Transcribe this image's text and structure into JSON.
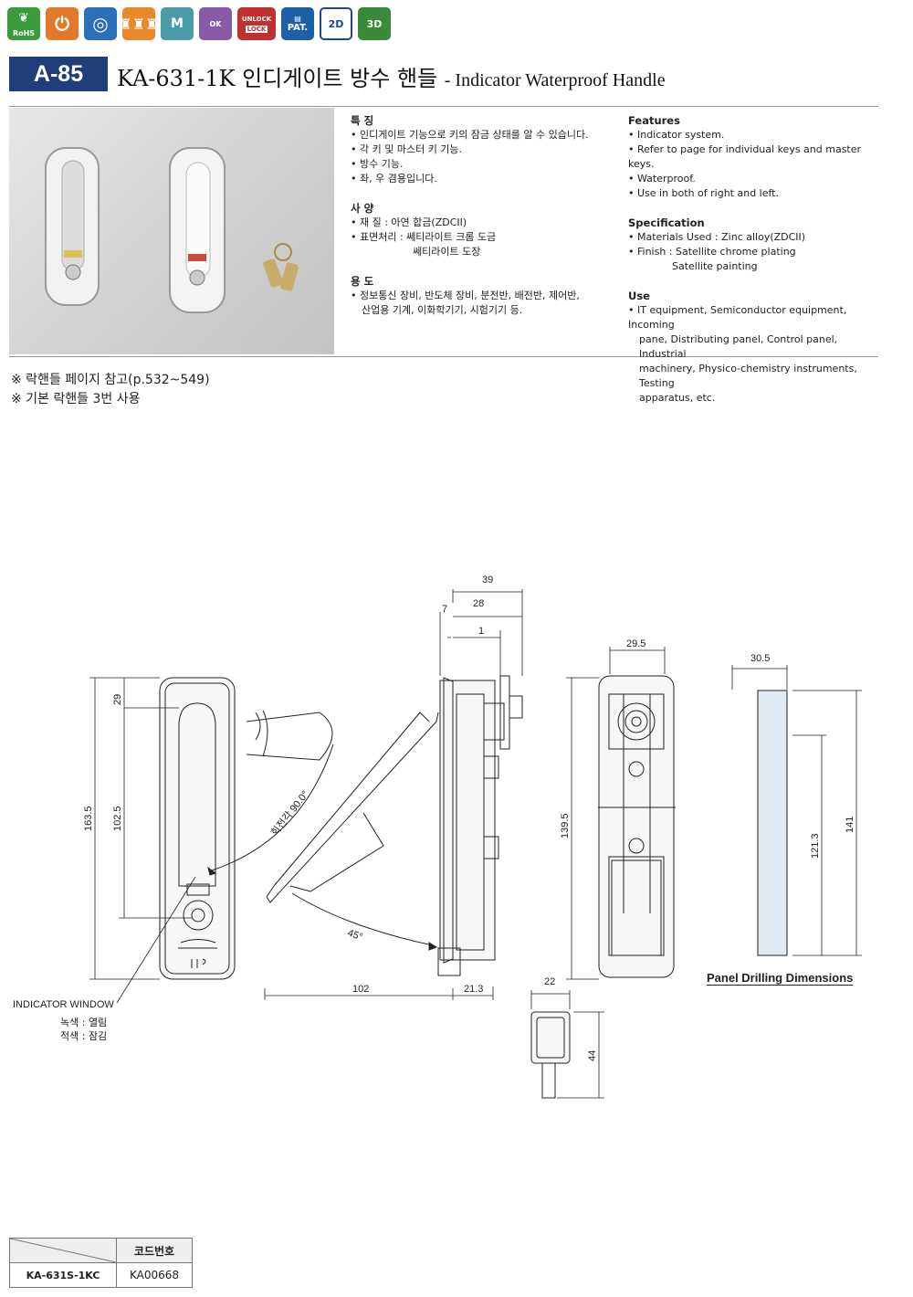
{
  "icons": [
    {
      "name": "rohs-icon",
      "label": "RoHS"
    },
    {
      "name": "power-icon",
      "label": ""
    },
    {
      "name": "switch-icon",
      "label": ""
    },
    {
      "name": "bottles-icon",
      "label": ""
    },
    {
      "name": "key-m-icon",
      "label": "M"
    },
    {
      "name": "key-ok-icon",
      "label": "OK"
    },
    {
      "name": "unlock-lock-icon",
      "label_top": "UNLOCK",
      "label_bottom": "LOCK"
    },
    {
      "name": "patent-icon",
      "label": "PAT."
    },
    {
      "name": "2d-icon",
      "label": "2D"
    },
    {
      "name": "3d-icon",
      "label": "3D"
    }
  ],
  "header": {
    "code": "A-85",
    "title": "KA-631-1K 인디게이트 방수 핸들",
    "title_en": "- Indicator Waterproof Handle"
  },
  "korean": {
    "features_title": "특 징",
    "features": [
      "• 인디게이트 기능으로 키의 잠금 상태를 알 수 있습니다.",
      "• 각 키 및 마스터 키 기능.",
      "• 방수 기능.",
      "• 좌, 우 겸용입니다."
    ],
    "spec_title": "사 양",
    "spec": [
      "• 재 질 : 아연 합금(ZDCII)",
      "• 표면처리 : 쎄티라이트 크롬 도금",
      "쎄티라이트 도장"
    ],
    "use_title": "용 도",
    "use": [
      "• 정보통신 장비, 반도체 장비, 분전반, 배전반, 제어반,",
      "산업용 기계, 이화학기기, 시험기기 등."
    ]
  },
  "english": {
    "features_title": "Features",
    "features": [
      "• Indicator system.",
      "• Refer to page for individual keys and master keys.",
      "• Waterproof.",
      "• Use in both of right and left."
    ],
    "spec_title": "Specification",
    "spec": [
      "• Materials Used : Zinc alloy(ZDCII)",
      "• Finish : Satellite chrome plating",
      "Satellite painting"
    ],
    "use_title": "Use",
    "use": [
      "• IT equipment, Semiconductor equipment, Incoming",
      "pane, Distributing panel, Control panel, Industrial",
      "machinery, Physico-chemistry instruments, Testing",
      "apparatus, etc."
    ]
  },
  "notes": [
    "※  락핸들 페이지 참고(p.532~549)",
    "※  기본 락핸들 3번 사용"
  ],
  "dimensions": {
    "d39": "39",
    "d7": "7",
    "d28": "28",
    "d1": "1",
    "d29": "29",
    "d163_5": "163.5",
    "d102_5": "102.5",
    "rot": "회전각 90.0°",
    "d45": "45°",
    "d102": "102",
    "d21_3": "21.3",
    "d29_5": "29.5",
    "d139_5": "139.5",
    "d30_5": "30.5",
    "d121_3": "121.3",
    "d141": "141",
    "d22": "22",
    "d44": "44"
  },
  "panel_label": "Panel Drilling Dimensions",
  "indicator": {
    "title": "INDICATOR WINDOW",
    "green": "녹색 : 열림",
    "red": "적색 : 잠김"
  },
  "code_table": {
    "header": "코드번호",
    "model": "KA-631S-1KC",
    "code": "KA00668"
  },
  "colors": {
    "badge": "#1f3e7a"
  }
}
